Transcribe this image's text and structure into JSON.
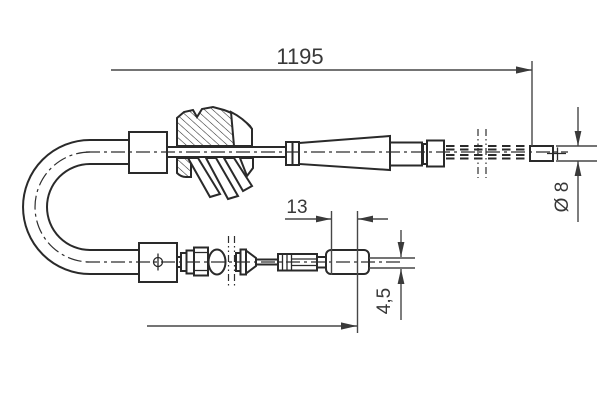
{
  "drawing": {
    "kind": "technical-line-drawing",
    "subject": "parking-brake-cable",
    "colors": {
      "background": "#ffffff",
      "part_line": "#2a2a2a",
      "dimension_line": "#474747",
      "text": "#383838"
    },
    "dimensions": {
      "overall_length": "1195",
      "fitting_width": "13",
      "rod_diameter": "4,5",
      "end_diameter": "Ø 8"
    }
  }
}
